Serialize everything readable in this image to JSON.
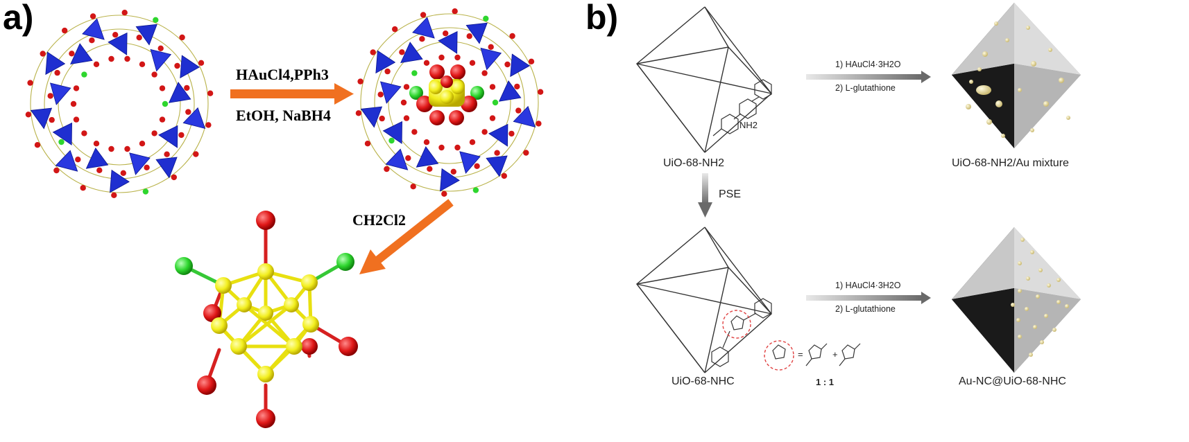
{
  "panel_a": {
    "label": "a)",
    "reagent_top": "HAuCl4,PPh3",
    "reagent_bottom": "EtOH, NaBH4",
    "solvent": "CH2Cl2"
  },
  "panel_b": {
    "label": "b)",
    "arrow_top_1": "1) HAuCl4·3H2O",
    "arrow_top_2": "2) L-glutathione",
    "arrow_bottom_1": "1) HAuCl4·3H2O",
    "arrow_bottom_2": "2) L-glutathione",
    "pse": "PSE",
    "nh2": "NH2",
    "uio_nh2": "UiO-68-NH2",
    "uio_nh2_au": "UiO-68-NH2/Au mixture",
    "uio_nhc": "UiO-68-NHC",
    "au_nc": "Au-NC@UiO-68-NHC",
    "ratio": "1 : 1"
  },
  "colors": {
    "tetrahedron": "#1f2fd0",
    "oxygen": "#e01818",
    "gold": "#f2ee1e",
    "chlorine": "#2ed62e",
    "arrow_orange": "#f07020",
    "gray_arrow": "#8a8a8a"
  }
}
